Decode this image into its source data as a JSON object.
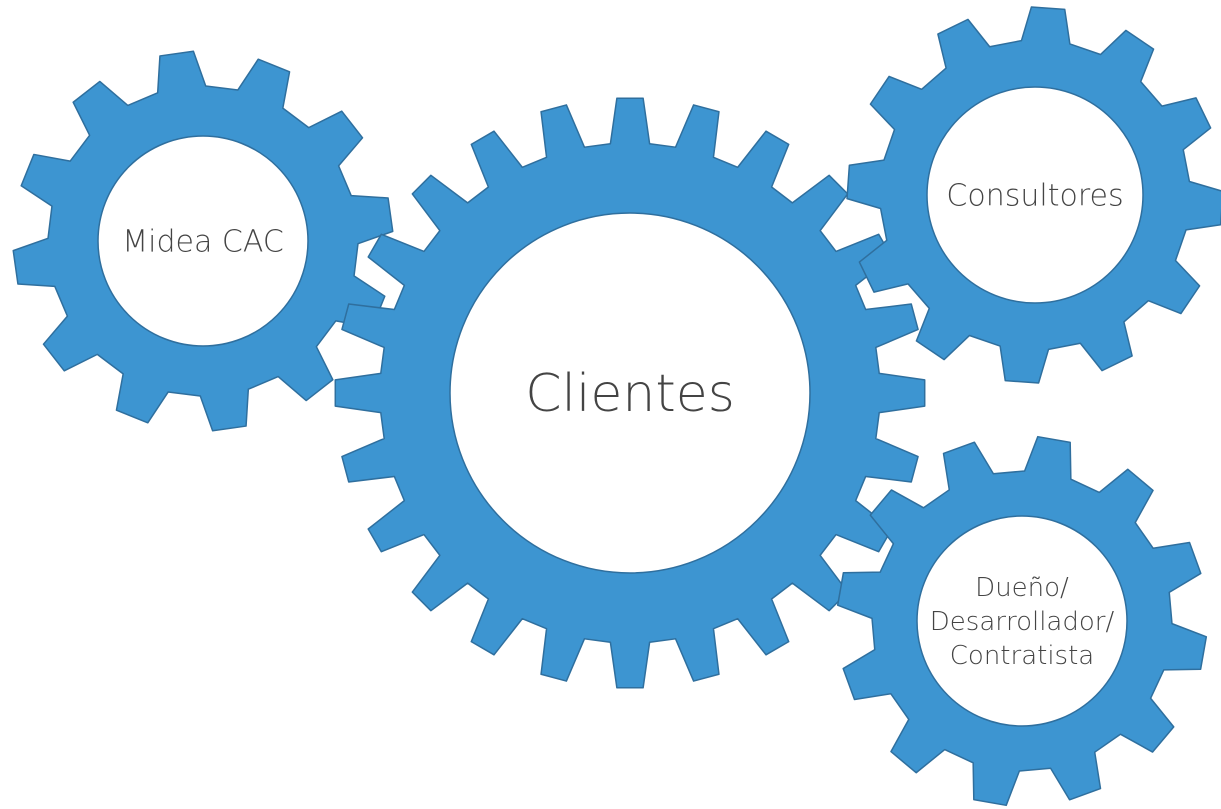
{
  "colors": {
    "gear_fill": "#3d95d1",
    "hub_fill": "#ffffff",
    "label_text": "#444444"
  },
  "gears": [
    {
      "id": "midea-cac",
      "label_lines": [
        "Midea CAC"
      ]
    },
    {
      "id": "clientes",
      "label_lines": [
        "Clientes"
      ]
    },
    {
      "id": "consultores",
      "label_lines": [
        "Consultores"
      ]
    },
    {
      "id": "dueno",
      "label_lines": [
        "Dueño/",
        "Desarrollador/",
        "Contratista"
      ]
    }
  ]
}
